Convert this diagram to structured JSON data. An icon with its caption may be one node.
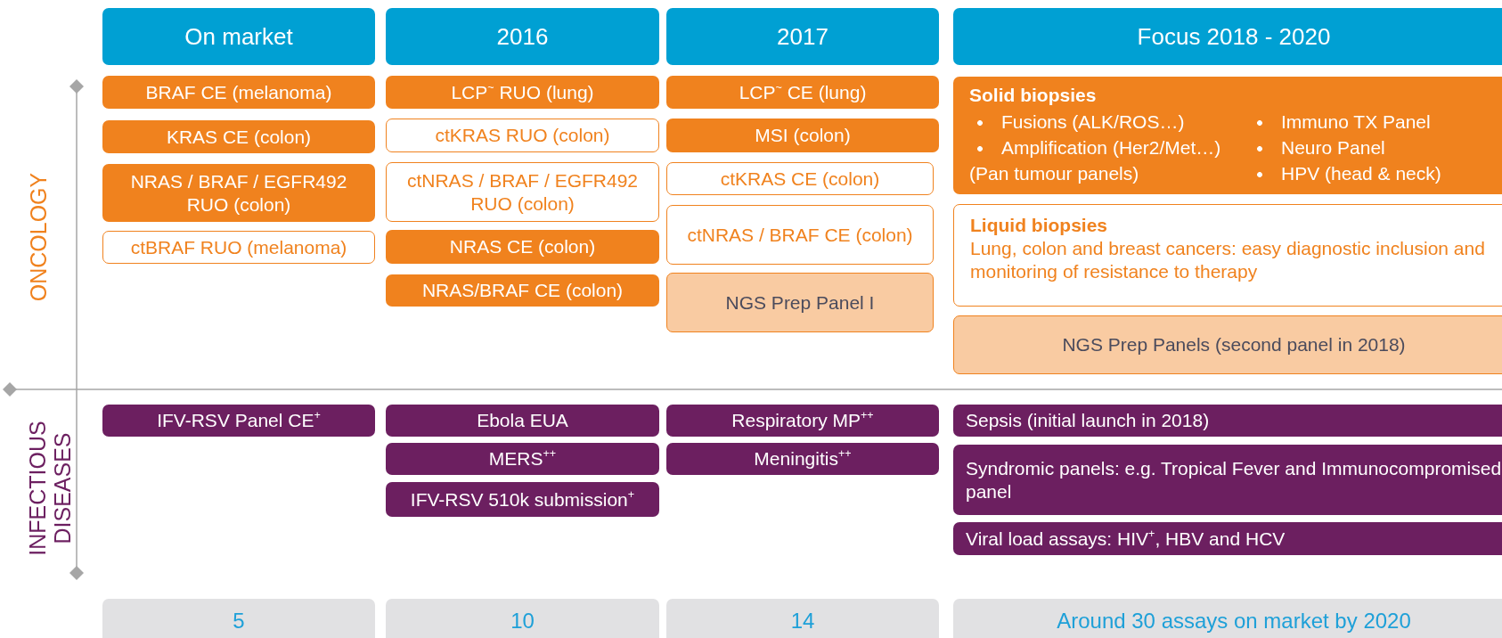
{
  "diagram": {
    "nodes": [
      {
        "text": [
          "On market"
        ]
      },
      {
        "text": [
          "2016"
        ]
      },
      {
        "text": [
          "2017"
        ]
      },
      {
        "text": [
          "Focus 2018 - 2020"
        ]
      },
      {
        "text": [
          "BRAF CE (melanoma)"
        ]
      },
      {
        "text": [
          "KRAS CE (colon)"
        ]
      },
      {
        "text": [
          "NRAS / BRAF / EGFR492 RUO (colon)"
        ]
      },
      {
        "text": [
          "ctBRAF RUO (melanoma)"
        ]
      },
      {
        "text": [
          "LCP$^{~}$ RUO (lung)"
        ]
      },
      {
        "text": [
          "ctKRAS RUO (colon)"
        ]
      },
      {
        "text": [
          "ctNRAS / BRAF / EGFR492 RUO (colon)"
        ]
      },
      {
        "text": [
          "NRAS CE (colon)"
        ]
      },
      {
        "text": [
          "NRAS/BRAF CE (colon)"
        ]
      },
      {
        "text": [
          "LCP$^{~}$ CE (lung)"
        ]
      },
      {
        "text": [
          "MSI (colon)"
        ]
      },
      {
        "text": [
          "ctKRAS CE (colon)"
        ]
      },
      {
        "text": [
          "ctNRAS / BRAF CE (colon)"
        ]
      },
      {
        "text": [
          "NGS Prep Panel I"
        ]
      },
      {
        "text": [
          "Solid biopsies",
          "Fusions (ALK/ROS…)",
          "Amplification (Her2/Met…)",
          "(Pan tumour panels)",
          "Immuno TX Panel",
          "Neuro Panel",
          "HPV (head & neck)"
        ]
      },
      {
        "text": [
          "Liquid biopsies",
          "Lung, colon and breast cancers: easy diagnostic inclusion and monitoring of resistance to therapy"
        ]
      },
      {
        "text": [
          "NGS Prep Panels (second panel in 2018)"
        ]
      },
      {
        "text": [
          "IFV-RSV Panel CE$^{+}$"
        ]
      },
      {
        "text": [
          "Ebola EUA"
        ]
      },
      {
        "text": [
          "MERS$^{++}$"
        ]
      },
      {
        "text": [
          "IFV-RSV 510k submission$^{+}$"
        ]
      },
      {
        "text": [
          "Respiratory MP$^{++}$"
        ]
      },
      {
        "text": [
          "Meningitis$^{++}$"
        ]
      },
      {
        "text": [
          "Sepsis (initial launch in 2018)"
        ]
      },
      {
        "text": [
          "Syndromic panels: e.g. Tropical Fever and Immunocompromised panel"
        ]
      },
      {
        "text": [
          "Viral load assays: HIV$^{+}$, HBV and HCV"
        ]
      },
      {
        "text": [
          "5"
        ]
      },
      {
        "text": [
          "10"
        ]
      },
      {
        "text": [
          "14"
        ]
      },
      {
        "text": [
          "Around 30 assays on market by 2020"
        ]
      }
    ],
    "labels": [
      "ONCOLOGY",
      "INFECTIOUS DISEASES"
    ]
  }
}
